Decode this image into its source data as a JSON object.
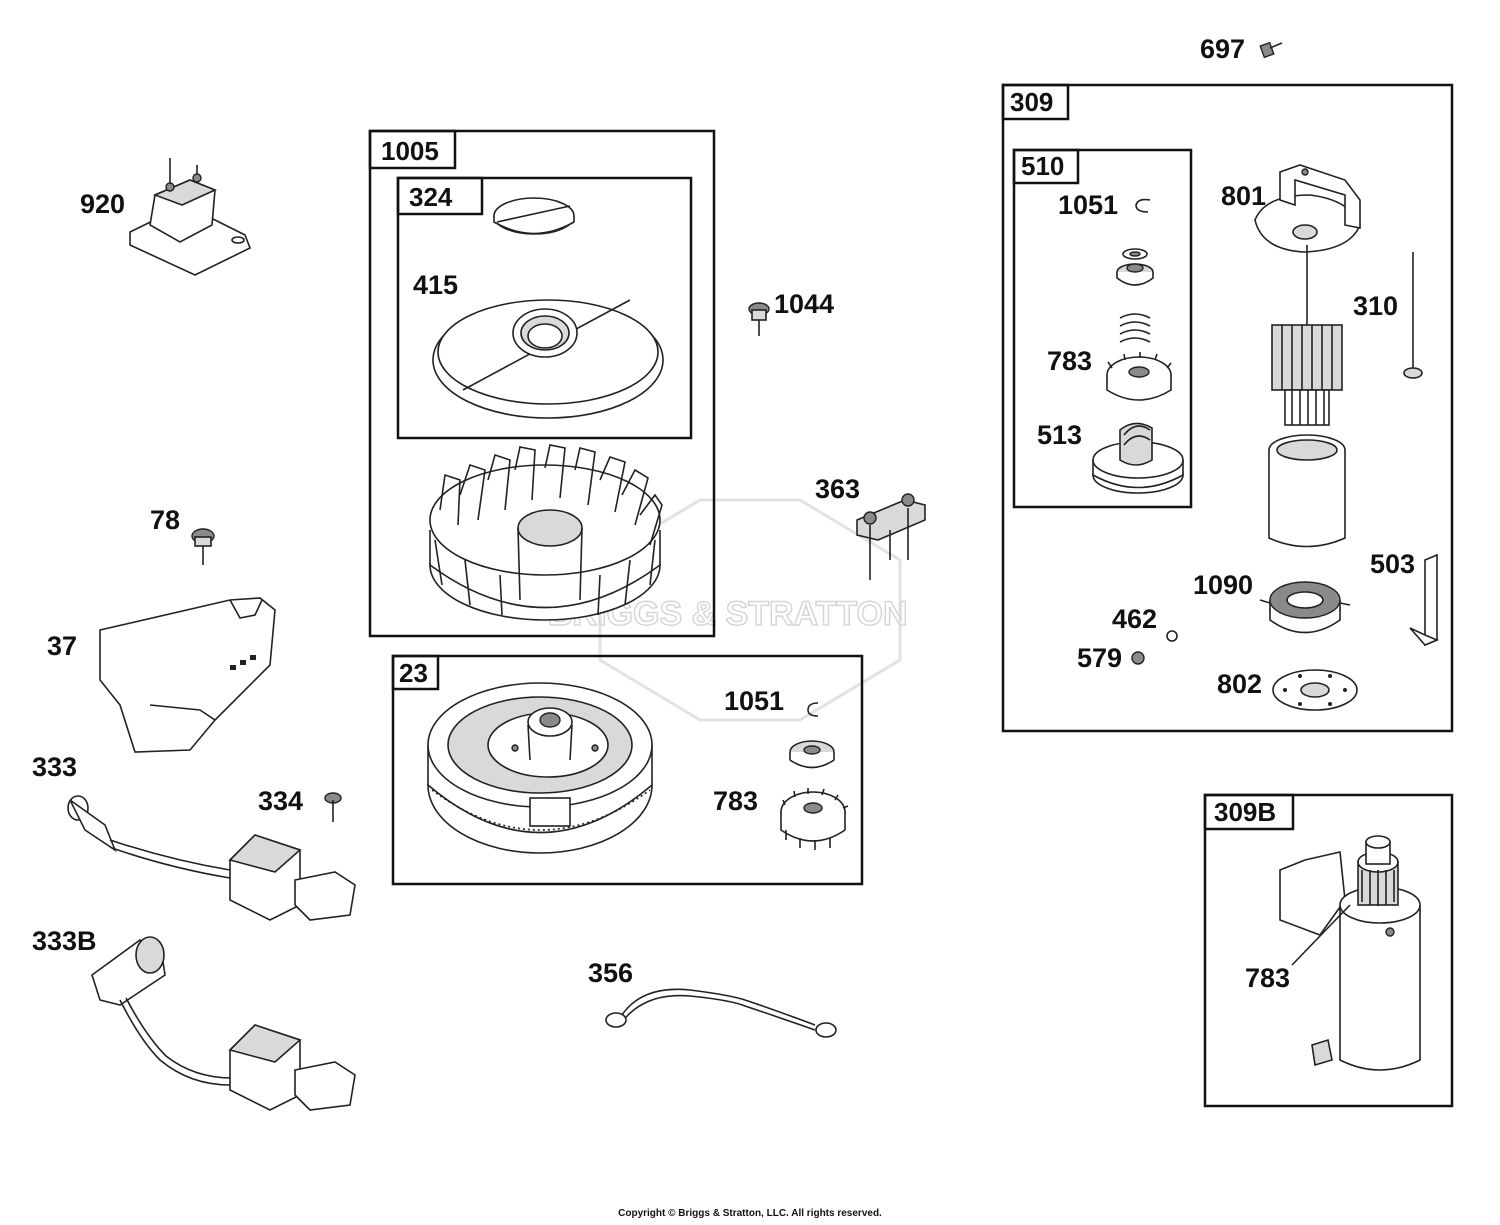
{
  "watermark": "BRIGGS & STRATTON",
  "copyright": "Copyright © Briggs & Stratton, LLC. All rights reserved.",
  "groups": {
    "g1005": "1005",
    "g324": "324",
    "g23": "23",
    "g309": "309",
    "g510": "510",
    "g309b": "309B"
  },
  "labels": {
    "p697": "697",
    "p920": "920",
    "p415": "415",
    "p1044": "1044",
    "p363": "363",
    "p78": "78",
    "p37": "37",
    "p333": "333",
    "p334": "334",
    "p333b": "333B",
    "p356": "356",
    "p1051_flywheel": "1051",
    "p783_flywheel": "783",
    "p1051_starter": "1051",
    "p783_starter": "783",
    "p513": "513",
    "p801": "801",
    "p310": "310",
    "p503": "503",
    "p1090": "1090",
    "p462": "462",
    "p579": "579",
    "p802": "802",
    "p783_309b": "783"
  },
  "colors": {
    "ink": "#111111",
    "watermark": "#d6d6d6"
  }
}
